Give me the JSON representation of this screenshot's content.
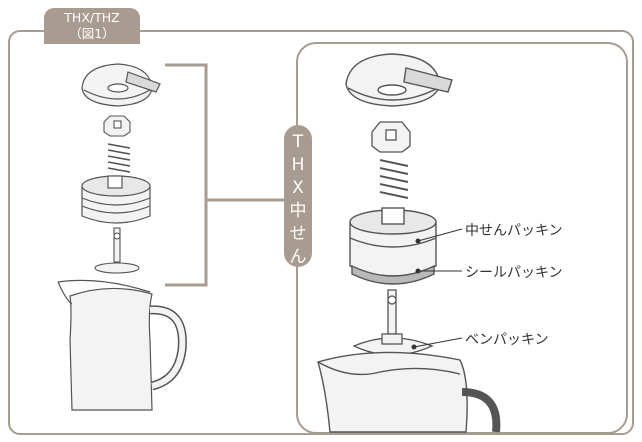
{
  "model_tab": {
    "line1": "THX/THZ",
    "line2": "（図1）"
  },
  "side_label_chars": [
    "T",
    "H",
    "X",
    "中",
    "せ",
    "ん"
  ],
  "callouts": {
    "center_plug_packing": "中せんパッキン",
    "seal_packing": "シールパッキン",
    "valve_packing": "ベンパッキン"
  },
  "colors": {
    "frame": "#a89b8f",
    "part_fill": "#f3f3f3",
    "part_stroke": "#555555",
    "seal_ring": "#b9b9b9"
  }
}
